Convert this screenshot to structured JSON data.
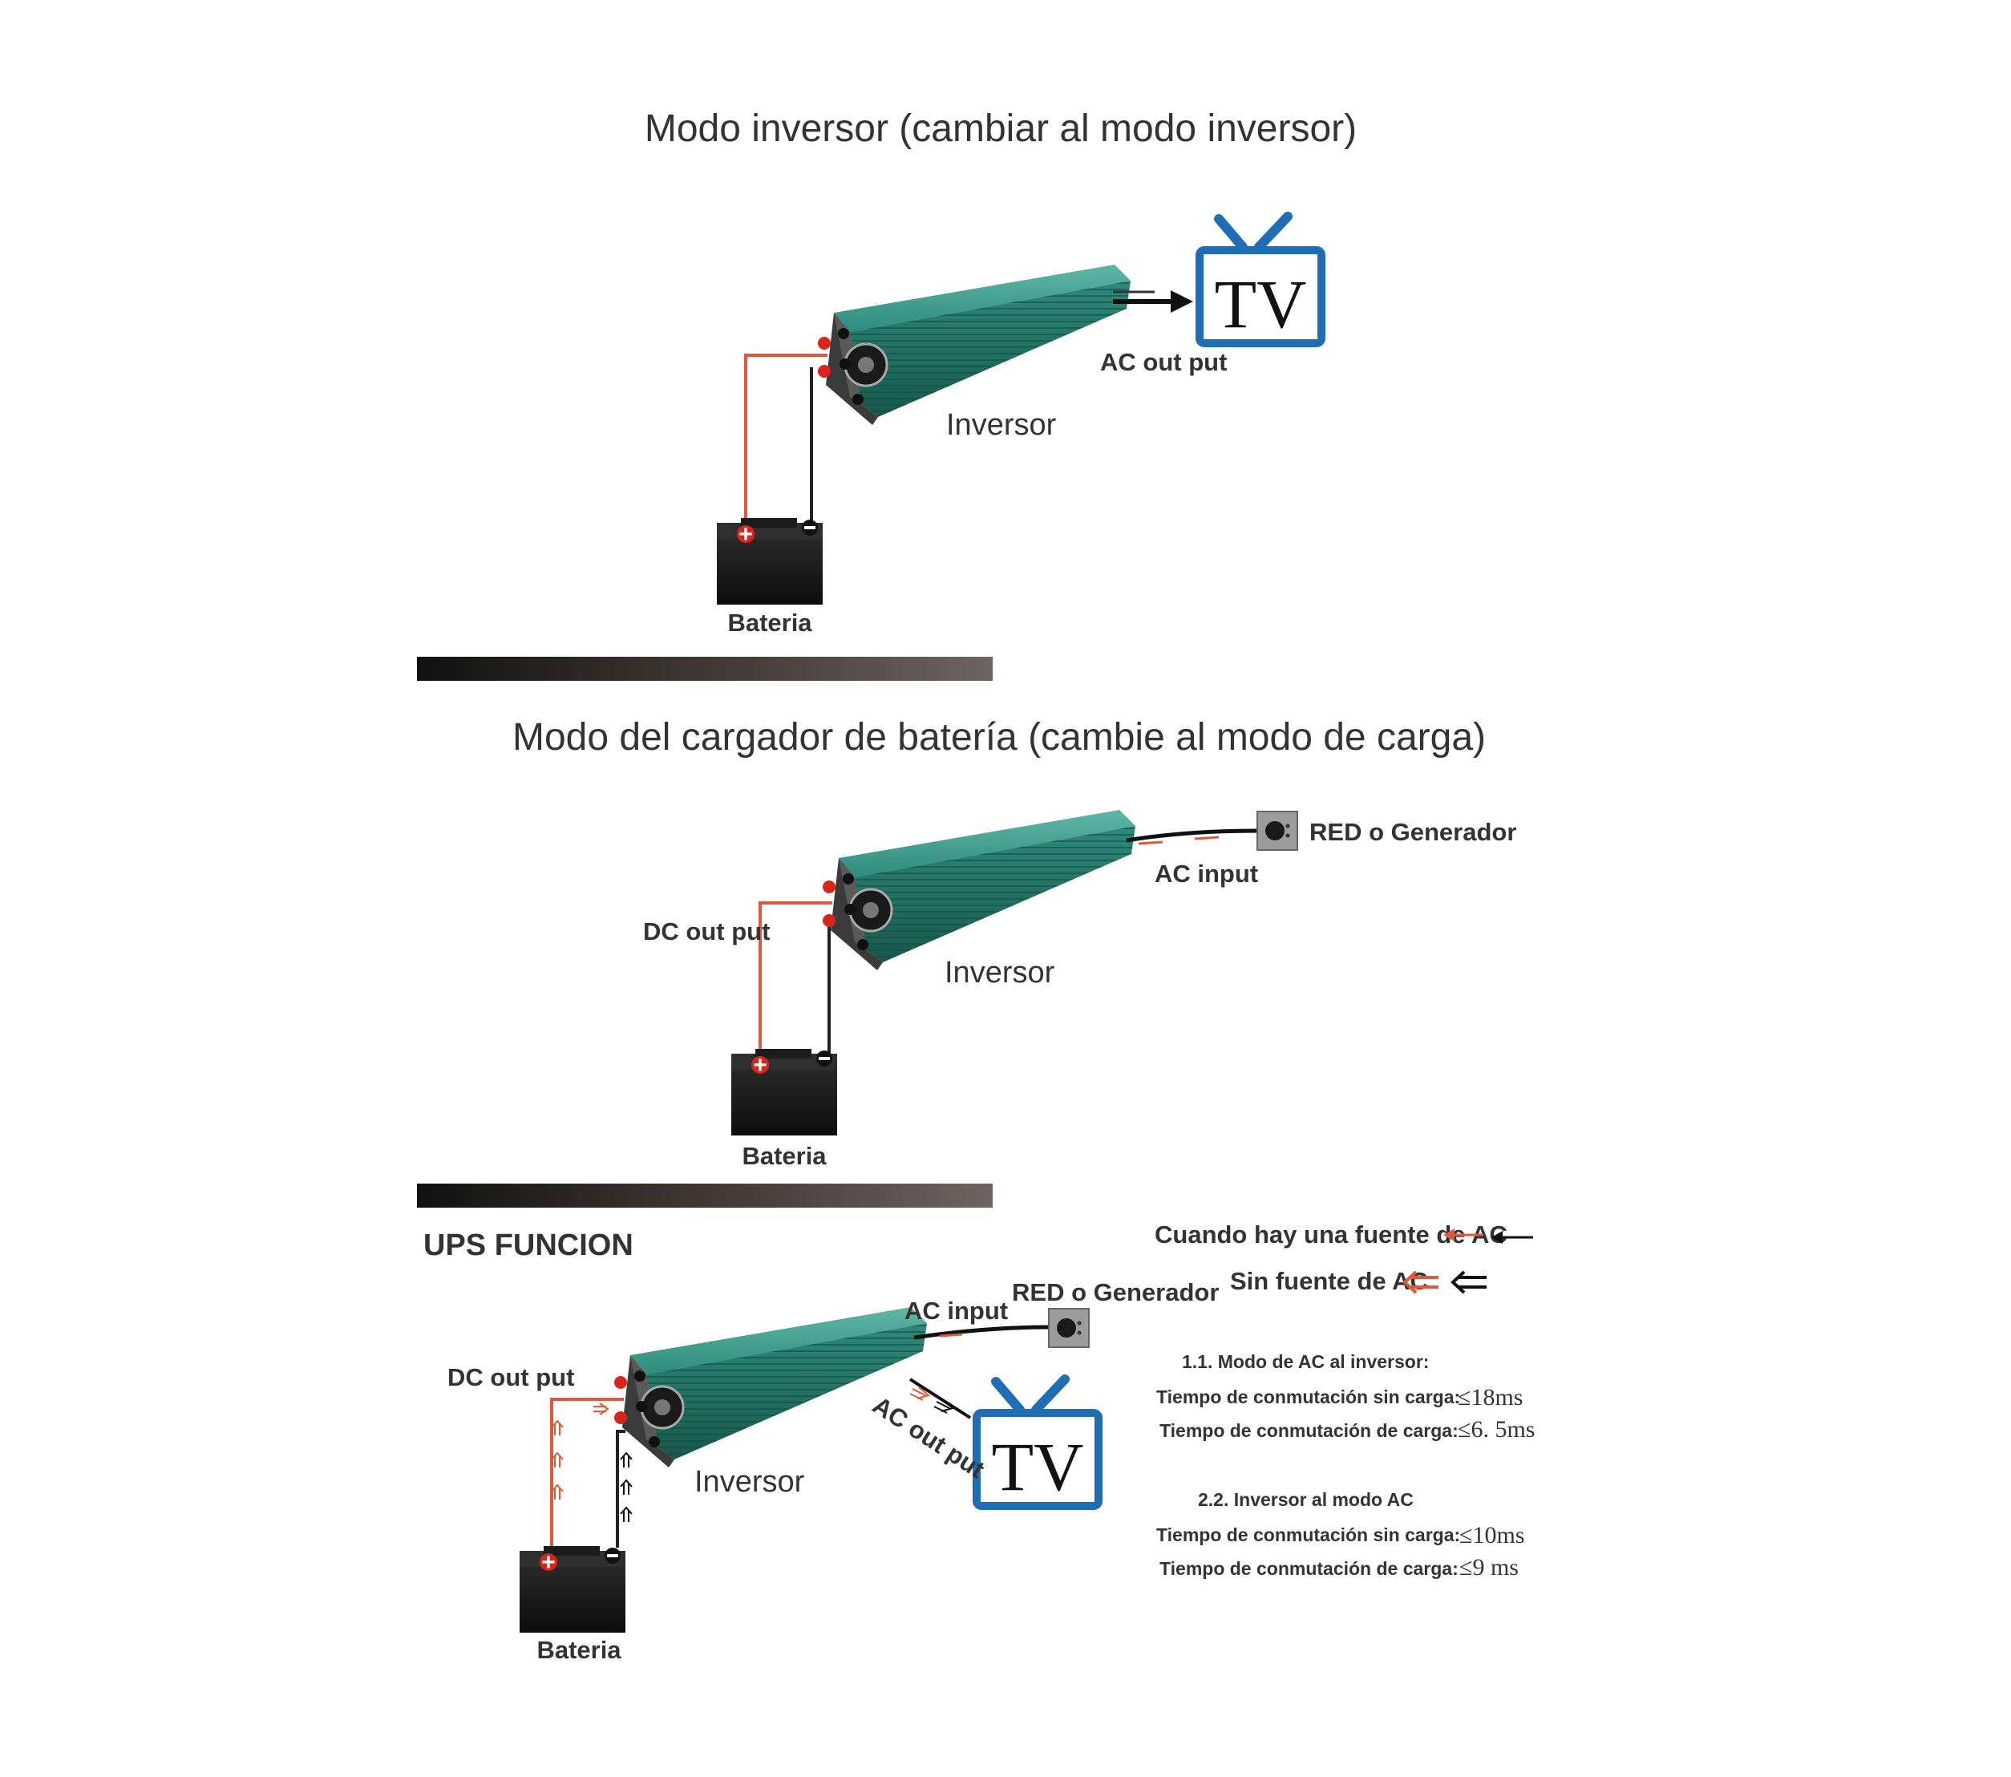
{
  "section1": {
    "title": "Modo inversor (cambiar al modo inversor)",
    "inverter_label": "Inversor",
    "battery_label": "Bateria",
    "ac_output_label": "AC out put",
    "tv_label": "TV"
  },
  "section2": {
    "title": "Modo del cargador de batería (cambie al modo de carga)",
    "inverter_label": "Inversor",
    "battery_label": "Bateria",
    "dc_output_label": "DC out put",
    "ac_input_label": "AC input",
    "source_label": "RED o Generador"
  },
  "section3": {
    "title": "UPS FUNCION",
    "inverter_label": "Inversor",
    "battery_label": "Bateria",
    "dc_output_label": "DC out put",
    "ac_input_label": "AC input",
    "ac_output_label": "AC out put",
    "source_label": "RED o Generador",
    "tv_label": "TV"
  },
  "legend": {
    "with_ac": "Cuando hay una fuente de AC",
    "without_ac": "Sin fuente de AC"
  },
  "specs": {
    "ac_to_inverter": {
      "heading": "1.1. Modo de AC al inversor:",
      "no_load_label": "Tiempo de conmutación sin carga:",
      "no_load_value": "≤18ms",
      "load_label": "Tiempo de conmutación de carga:",
      "load_value": "≤6. 5ms"
    },
    "inverter_to_ac": {
      "heading": "2.2. Inversor al modo AC",
      "no_load_label": "Tiempo de conmutación sin carga:",
      "no_load_value": "≤10ms",
      "load_label": "Tiempo de conmutación de carga:",
      "load_value": "≤9 ms"
    }
  },
  "colors": {
    "inverter_body": "#2e8a7a",
    "tv_frame": "#1f6db5",
    "positive_wire": "#e05a3a",
    "negative_wire": "#222222",
    "text": "#333333"
  }
}
